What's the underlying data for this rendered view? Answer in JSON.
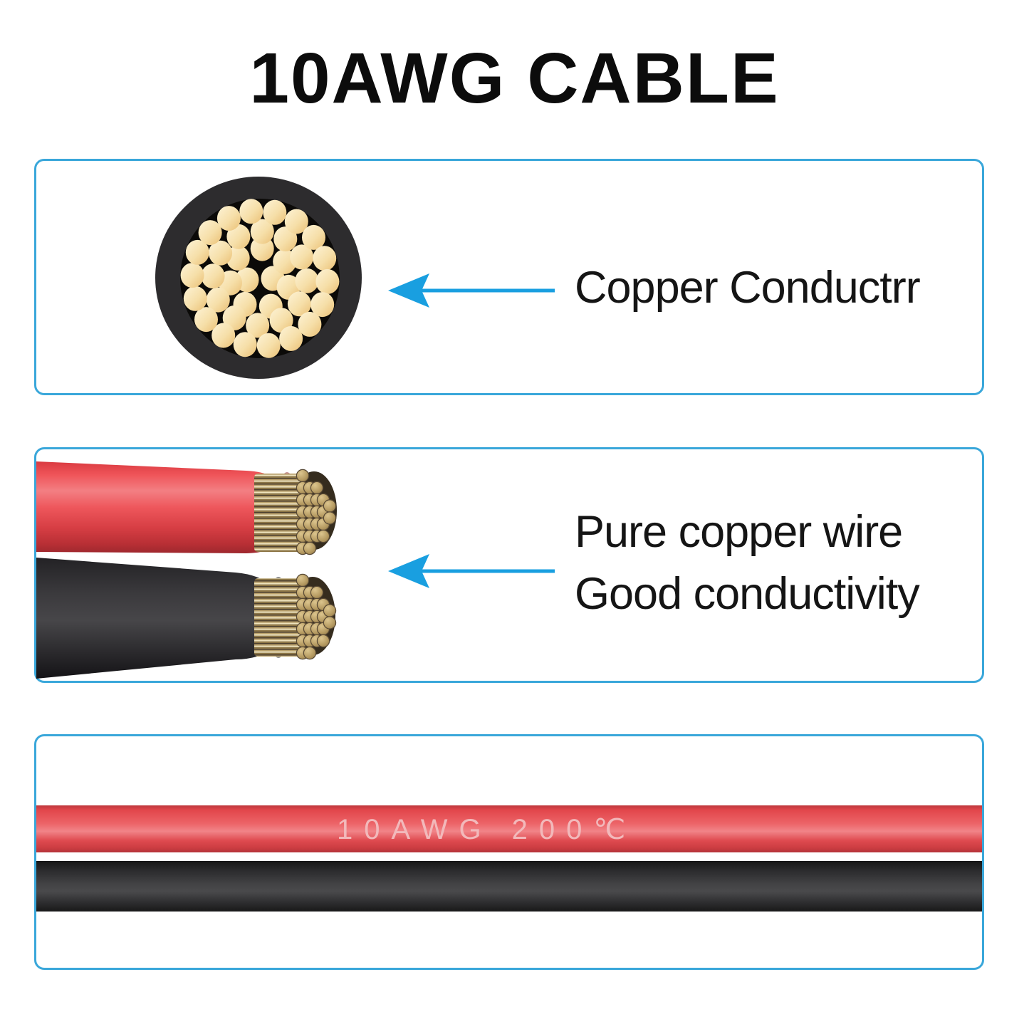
{
  "title": "10AWG CABLE",
  "theme": {
    "panel_border_color": "#3aa7da",
    "arrow_color": "#199fe0",
    "title_color": "#0c0c0c",
    "red_wire_color": "#e8484c",
    "black_wire_color": "#2e2e30",
    "copper_color": "#eec27b",
    "print_text_color": "#f2b9bb"
  },
  "panels": [
    {
      "id": "cross-section",
      "caption": "Copper Conductrr"
    },
    {
      "id": "stranded-wires",
      "caption_line1": "Pure copper wire",
      "caption_line2": "Good conductivity"
    },
    {
      "id": "printed-cables",
      "print_text": "10AWG 200℃",
      "wires": [
        "red",
        "black"
      ]
    }
  ]
}
